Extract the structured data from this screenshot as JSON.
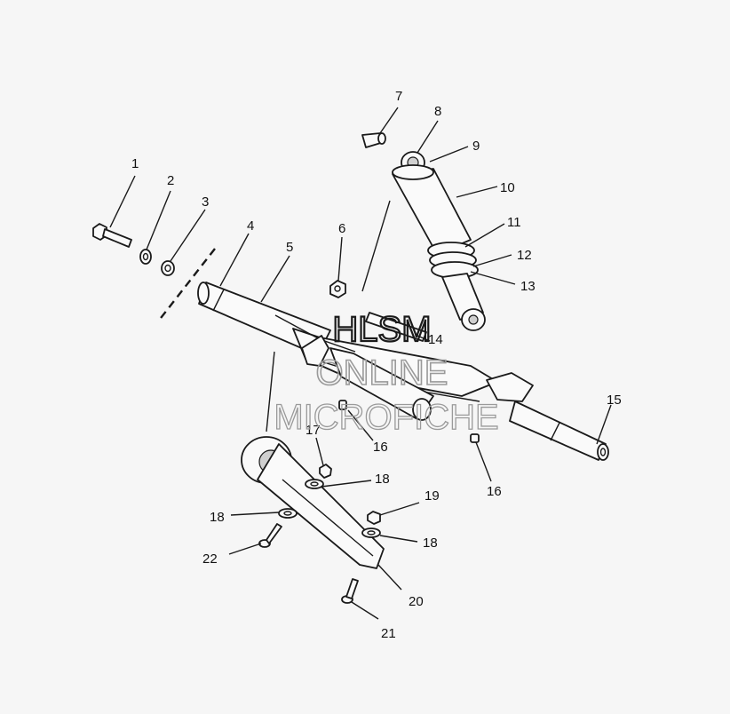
{
  "callouts": [
    {
      "id": "1",
      "label": "1"
    },
    {
      "id": "2",
      "label": "2"
    },
    {
      "id": "3",
      "label": "3"
    },
    {
      "id": "4",
      "label": "4"
    },
    {
      "id": "5",
      "label": "5"
    },
    {
      "id": "6",
      "label": "6"
    },
    {
      "id": "7",
      "label": "7"
    },
    {
      "id": "8",
      "label": "8"
    },
    {
      "id": "9",
      "label": "9"
    },
    {
      "id": "10",
      "label": "10"
    },
    {
      "id": "11",
      "label": "11"
    },
    {
      "id": "12",
      "label": "12"
    },
    {
      "id": "13",
      "label": "13"
    },
    {
      "id": "14",
      "label": "14"
    },
    {
      "id": "15",
      "label": "15"
    },
    {
      "id": "16a",
      "label": "16"
    },
    {
      "id": "16b",
      "label": "16"
    },
    {
      "id": "17",
      "label": "17"
    },
    {
      "id": "18a",
      "label": "18"
    },
    {
      "id": "18b",
      "label": "18"
    },
    {
      "id": "18c",
      "label": "18"
    },
    {
      "id": "19",
      "label": "19"
    },
    {
      "id": "20",
      "label": "20"
    },
    {
      "id": "21",
      "label": "21"
    },
    {
      "id": "22",
      "label": "22"
    }
  ],
  "watermark": {
    "line1": "HLSM",
    "line2": "ONLINE",
    "line3": "MICROFICHE",
    "color_dark": "#1a1a1a",
    "color_light": "#9a9a9a"
  }
}
